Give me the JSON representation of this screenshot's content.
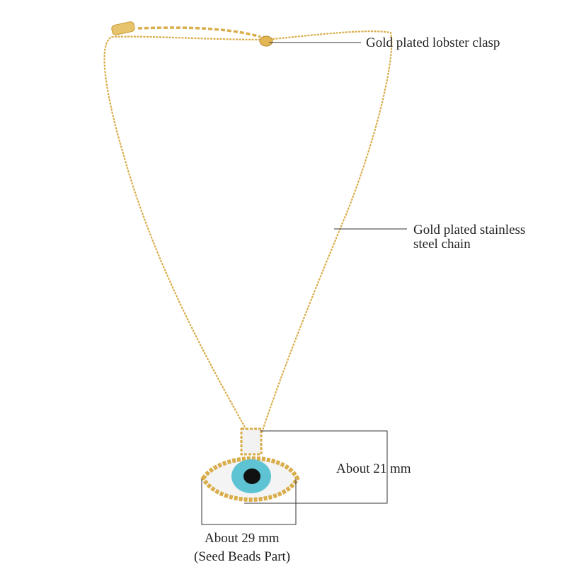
{
  "labels": {
    "clasp": "Gold plated lobster clasp",
    "chain_line1": "Gold plated stainless",
    "chain_line2": "steel chain",
    "height": "About 21 mm",
    "width_line1": "About 29 mm",
    "width_line2": "(Seed Beads Part)"
  },
  "colors": {
    "gold": "#d9ad4a",
    "turquoise": "#5ec4d3",
    "pupil": "#111111",
    "white_bead": "#f4f4f4",
    "line": "#333333"
  }
}
